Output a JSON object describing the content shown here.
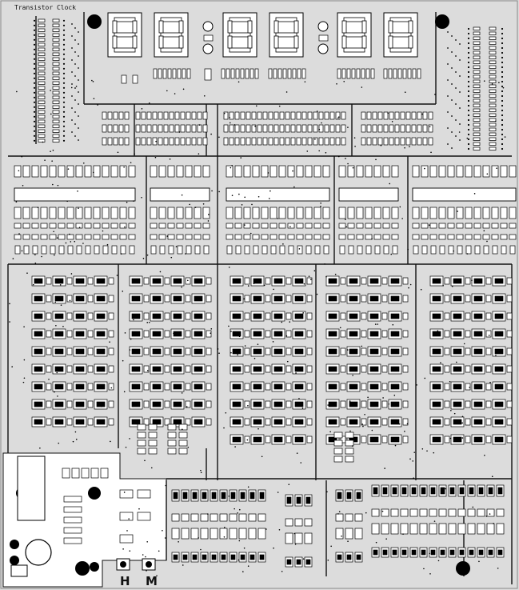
{
  "board": {
    "title": "Transistor Clock",
    "hours_label": "H",
    "minutes_label": "M"
  },
  "colors": {
    "board": "#dcdcdc",
    "trace": "#111111",
    "pad": "#ffffff",
    "ink": "#000000"
  },
  "icons": [
    "mounting-hole-icon",
    "seven-segment-digit-icon",
    "push-button-icon"
  ]
}
